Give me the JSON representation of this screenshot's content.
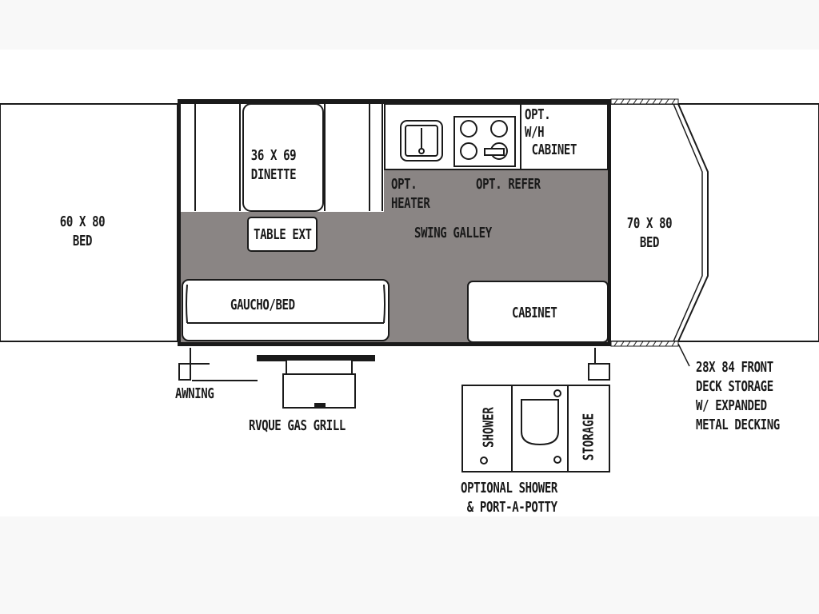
{
  "labels": {
    "bed_left_size": "60 X 80",
    "bed_left_name": "BED",
    "dinette_size": "36 X 69",
    "dinette_name": "DINETTE",
    "table_ext": "TABLE EXT",
    "opt_heater_1": "OPT.",
    "opt_heater_2": "HEATER",
    "opt_refer": "OPT. REFER",
    "wh_cabinet_1": "OPT.",
    "wh_cabinet_2": "W/H",
    "wh_cabinet_3": "CABINET",
    "swing_galley": "SWING  GALLEY",
    "bed_right_size": "70 X 80",
    "bed_right_name": "BED",
    "gaucho_bed": "GAUCHO/BED",
    "cabinet": "CABINET",
    "awning": "AWNING",
    "grill": "RVQUE GAS GRILL",
    "front_deck_1": "28X 84 FRONT",
    "front_deck_2": "DECK STORAGE",
    "front_deck_3": "W/ EXPANDED",
    "front_deck_4": "METAL DECKING",
    "shower": "SHOWER",
    "storage": "STORAGE",
    "optional_1": "OPTIONAL SHOWER",
    "optional_2": "& PORT-A-POTTY"
  },
  "colors": {
    "floor": "#8a8584",
    "outline": "#1a1a1a",
    "fill": "#ffffff"
  }
}
